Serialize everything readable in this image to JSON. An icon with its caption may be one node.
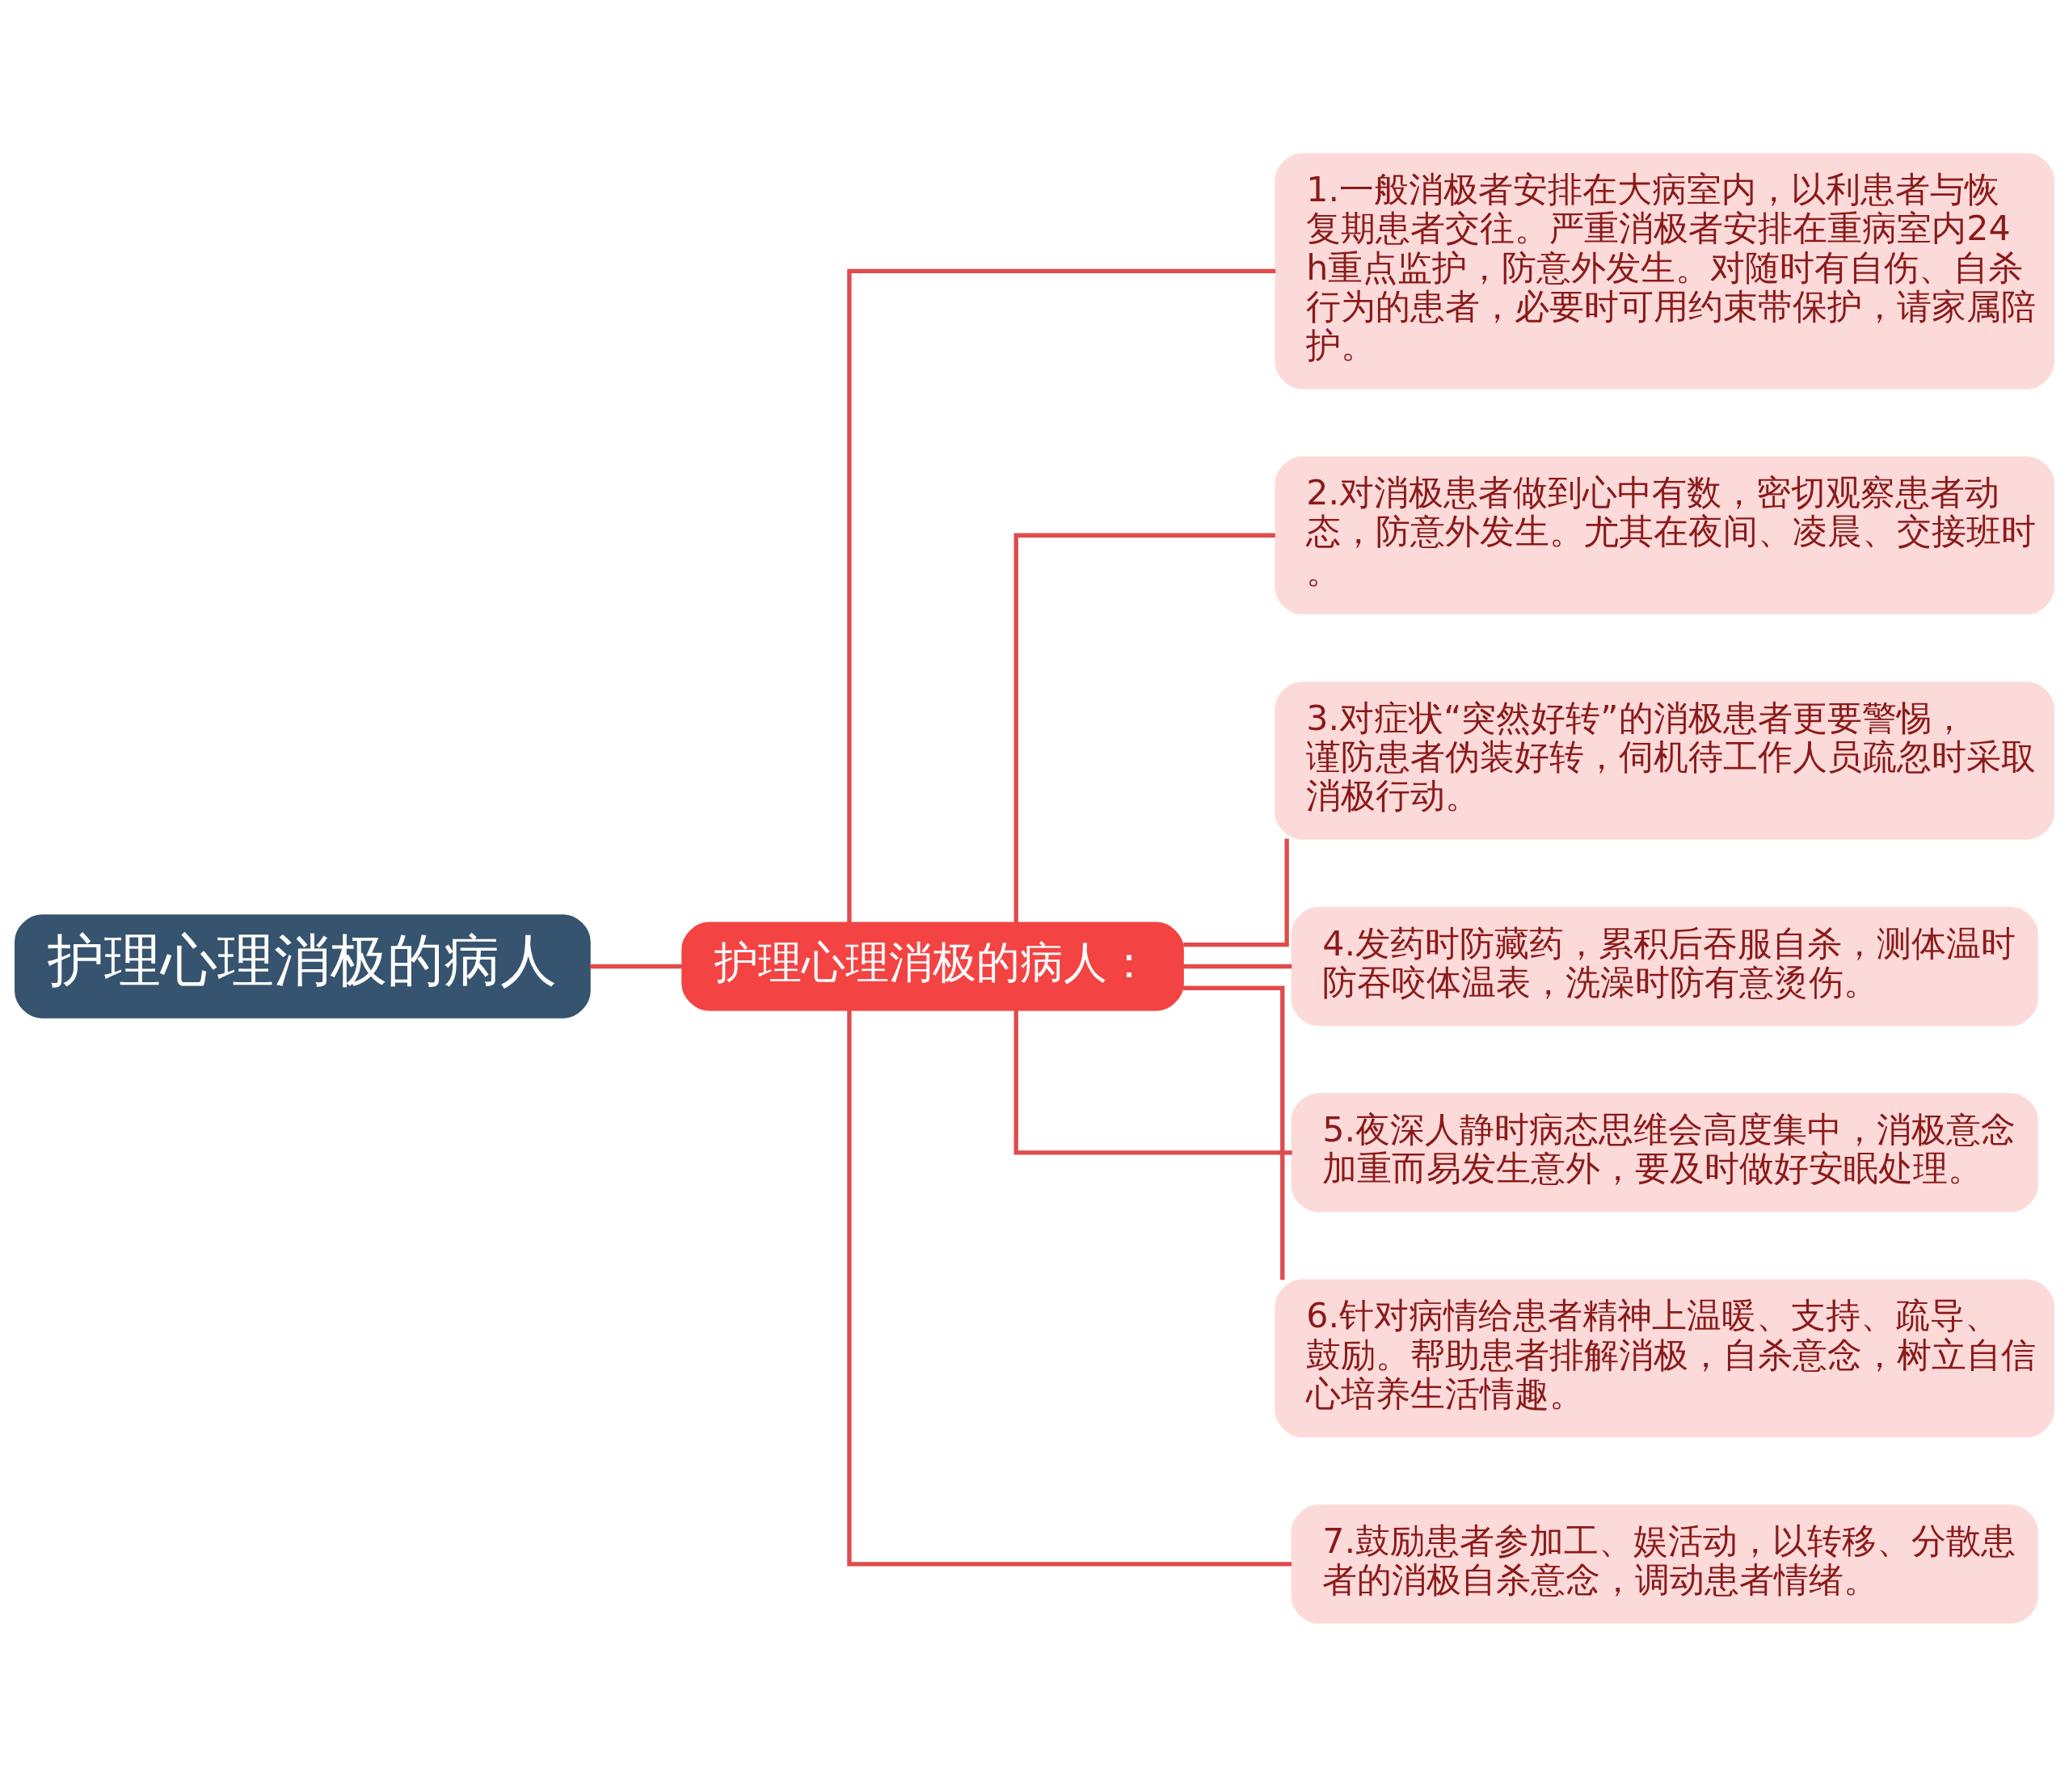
{
  "diagram": {
    "nodes": [
      {
        "text": [
          "护理心理消极的病人"
        ]
      },
      {
        "text": [
          "护理心理消极的病人："
        ]
      },
      {
        "text": [
          "1.一般消极者安排在大病室内，以利患者与恢复期患者交往。严重消极者安排在重病室内24h重点监护，防意外发生。对随时有自伤、自杀行为的患者，必要时可用约束带保护，请家属陪护。"
        ]
      },
      {
        "text": [
          "2.对消极患者做到心中有数，密切观察患者动态，防意外发生。尤其在夜间、凌晨、交接班时。"
        ]
      },
      {
        "text": [
          "3.对症状“突然好转”的消极患者更要警惕，谨防患者伪装好转，伺机待工作人员疏忽时采取消极行动。"
        ]
      },
      {
        "text": [
          "4.发药时防藏药，累积后吞服自杀，测体温时防吞咬体温表，洗澡时防有意烫伤。"
        ]
      },
      {
        "text": [
          "5.夜深人静时病态思维会高度集中，消极意念加重而易发生意外，要及时做好安眠处理。"
        ]
      },
      {
        "text": [
          "6.针对病情给患者精神上温暖、支持、疏导、鼓励。帮助患者排解消极，自杀意念，树立自信心培养生活情趣。"
        ]
      },
      {
        "text": [
          "7.鼓励患者参加工、娱活动，以转移、分散患者的消极自杀意念，调动患者情绪。"
        ]
      }
    ],
    "edges": [
      {
        "from": 0,
        "to": 1,
        "arrow": "none"
      },
      {
        "from": 1,
        "to": 2,
        "arrow": "none"
      },
      {
        "from": 1,
        "to": 3,
        "arrow": "none"
      },
      {
        "from": 1,
        "to": 4,
        "arrow": "none"
      },
      {
        "from": 1,
        "to": 5,
        "arrow": "none"
      },
      {
        "from": 1,
        "to": 6,
        "arrow": "none"
      },
      {
        "from": 1,
        "to": 7,
        "arrow": "none"
      },
      {
        "from": 1,
        "to": 8,
        "arrow": "none"
      }
    ]
  }
}
